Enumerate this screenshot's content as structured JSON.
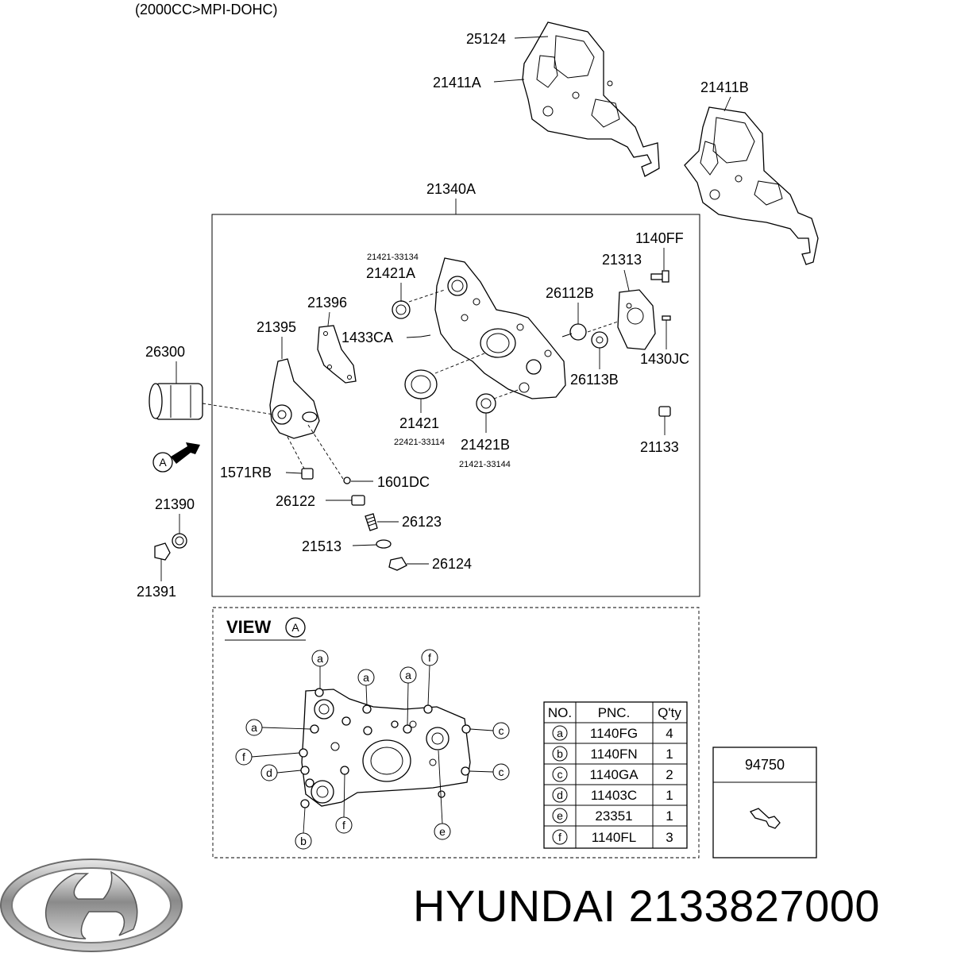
{
  "header": {
    "engine": "(2000CC>MPI-DOHC)"
  },
  "labels": {
    "l25124": "25124",
    "l21411A": "21411A",
    "l21411B": "21411B",
    "l21340A": "21340A",
    "l1140FF": "1140FF",
    "l21313": "21313",
    "l21421_33134": "21421-33134",
    "l21421A": "21421A",
    "l26112B": "26112B",
    "l21396": "21396",
    "l21395": "21395",
    "l1433CA": "1433CA",
    "l1430JC": "1430JC",
    "l26300": "26300",
    "l26113B": "26113B",
    "l21421": "21421",
    "l21421B": "21421B",
    "l21133": "21133",
    "l22421_33114": "22421-33114",
    "l21421_33144": "21421-33144",
    "l1571RB": "1571RB",
    "l1601DC": "1601DC",
    "l21390": "21390",
    "l26122": "26122",
    "l26123": "26123",
    "l21513": "21513",
    "l26124": "26124",
    "l21391": "21391",
    "arrowA": "A",
    "viewText": "VIEW",
    "viewA": "A",
    "l94750": "94750"
  },
  "callouts": {
    "a": "a",
    "b": "b",
    "c": "c",
    "d": "d",
    "e": "e",
    "f": "f"
  },
  "table": {
    "headers": [
      "NO.",
      "PNC.",
      "Q'ty"
    ],
    "rows": [
      {
        "no": "a",
        "pnc": "1140FG",
        "qty": "4"
      },
      {
        "no": "b",
        "pnc": "1140FN",
        "qty": "1"
      },
      {
        "no": "c",
        "pnc": "1140GA",
        "qty": "2"
      },
      {
        "no": "d",
        "pnc": "11403C",
        "qty": "1"
      },
      {
        "no": "e",
        "pnc": "23351",
        "qty": "1"
      },
      {
        "no": "f",
        "pnc": "1140FL",
        "qty": "3"
      }
    ]
  },
  "brand": {
    "name": "HYUNDAI",
    "part_number": "2133827000",
    "logo": "hyundai-logo"
  }
}
